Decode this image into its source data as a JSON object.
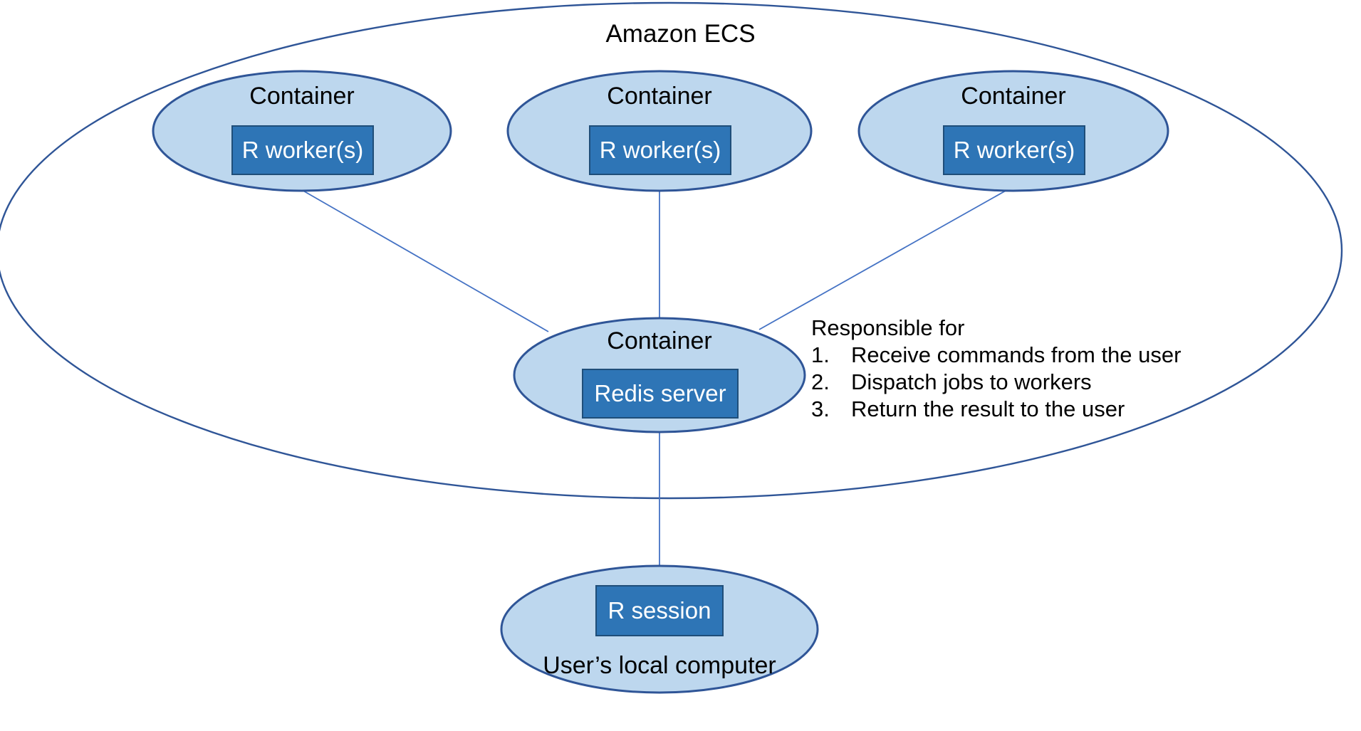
{
  "diagram": {
    "title": "Amazon ECS",
    "cloud_label": "Amazon ECS",
    "colors": {
      "ellipse_fill": "#BDD7EE",
      "ellipse_stroke": "#2F5597",
      "box_fill": "#2E75B6",
      "box_stroke": "#1F4E79",
      "connector": "#4472C4",
      "outer_stroke": "#2F5597",
      "text": "#000000",
      "box_text": "#FFFFFF"
    },
    "workers": [
      {
        "caption": "Container",
        "box_label": "R worker(s)"
      },
      {
        "caption": "Container",
        "box_label": "R worker(s)"
      },
      {
        "caption": "Container",
        "box_label": "R worker(s)"
      }
    ],
    "broker": {
      "caption": "Container",
      "box_label": "Redis server"
    },
    "client": {
      "box_label": "R session",
      "caption": "User’s local computer"
    },
    "responsibilities": {
      "heading": "Responsible for",
      "items": [
        {
          "number": "1.",
          "text": "Receive commands from the user"
        },
        {
          "number": "2.",
          "text": "Dispatch jobs to workers"
        },
        {
          "number": "3.",
          "text": "Return the result to the user"
        }
      ]
    }
  }
}
